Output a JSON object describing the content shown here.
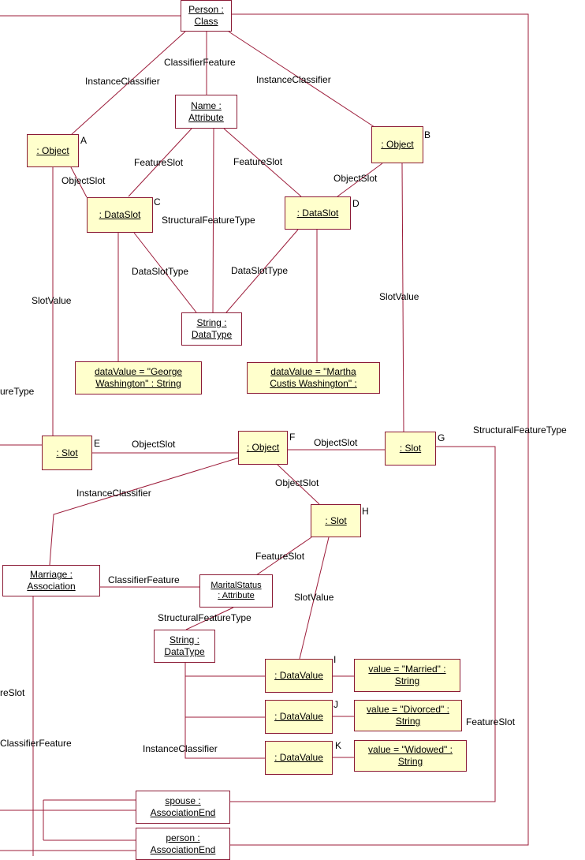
{
  "nodes": {
    "person_class": [
      "Person :",
      "Class"
    ],
    "name_attr": [
      "Name :",
      "Attribute"
    ],
    "object_a": [
      ": Object"
    ],
    "object_b": [
      ": Object"
    ],
    "dataslot_c": [
      ": DataSlot"
    ],
    "dataslot_d": [
      ": DataSlot"
    ],
    "string_datatype_1": [
      "String :",
      "DataType"
    ],
    "datavalue_george": [
      "dataValue = \"George",
      "Washington\" : String"
    ],
    "datavalue_martha": [
      "dataValue = \"Martha",
      "Custis Washington\" :"
    ],
    "slot_e": [
      ": Slot"
    ],
    "object_f": [
      ": Object"
    ],
    "slot_g": [
      ": Slot"
    ],
    "slot_h": [
      ": Slot"
    ],
    "marriage_association": [
      "Marriage :",
      "Association"
    ],
    "maritalstatus_attr": [
      "MaritalStatus",
      ": Attribute"
    ],
    "string_datatype_2": [
      "String :",
      "DataType"
    ],
    "datavalue_i": [
      ": DataValue"
    ],
    "datavalue_j": [
      ": DataValue"
    ],
    "datavalue_k": [
      ": DataValue"
    ],
    "value_married": [
      "value = \"Married\" :",
      "String"
    ],
    "value_divorced": [
      "value = \"Divorced\" :",
      "String"
    ],
    "value_widowed": [
      "value = \"Widowed\" :",
      "String"
    ],
    "spouse_end": [
      "spouse :",
      "AssociationEnd"
    ],
    "person_end": [
      "person :",
      "AssociationEnd"
    ]
  },
  "tags": {
    "a": "A",
    "b": "B",
    "c": "C",
    "d": "D",
    "e": "E",
    "f": "F",
    "g": "G",
    "h": "H",
    "i": "I",
    "j": "J",
    "k": "K"
  },
  "labels": {
    "classifier_feature_top": "ClassifierFeature",
    "instance_classifier_left": "InstanceClassifier",
    "instance_classifier_right": "InstanceClassifier",
    "feature_slot_left": "FeatureSlot",
    "feature_slot_right": "FeatureSlot",
    "object_slot_a": "ObjectSlot",
    "object_slot_b": "ObjectSlot",
    "structural_feature_type_mid": "StructuralFeatureType",
    "data_slot_type_left": "DataSlotType",
    "data_slot_type_right": "DataSlotType",
    "slot_value_left": "SlotValue",
    "slot_value_right": "SlotValue",
    "ure_type_cut": "ureType",
    "structural_feature_type_right": "StructuralFeatureType",
    "object_slot_e": "ObjectSlot",
    "object_slot_g": "ObjectSlot",
    "object_slot_h": "ObjectSlot",
    "instance_classifier_f": "InstanceClassifier",
    "feature_slot_h": "FeatureSlot",
    "classifier_feature_marriage": "ClassifierFeature",
    "structural_feature_type_marital": "StructuralFeatureType",
    "slot_value_h": "SlotValue",
    "re_slot_cut": "reSlot",
    "classifier_feature_cut": "ClassifierFeature",
    "feature_slot_bottom_right": "FeatureSlot",
    "instance_classifier_bottom": "InstanceClassifier"
  }
}
